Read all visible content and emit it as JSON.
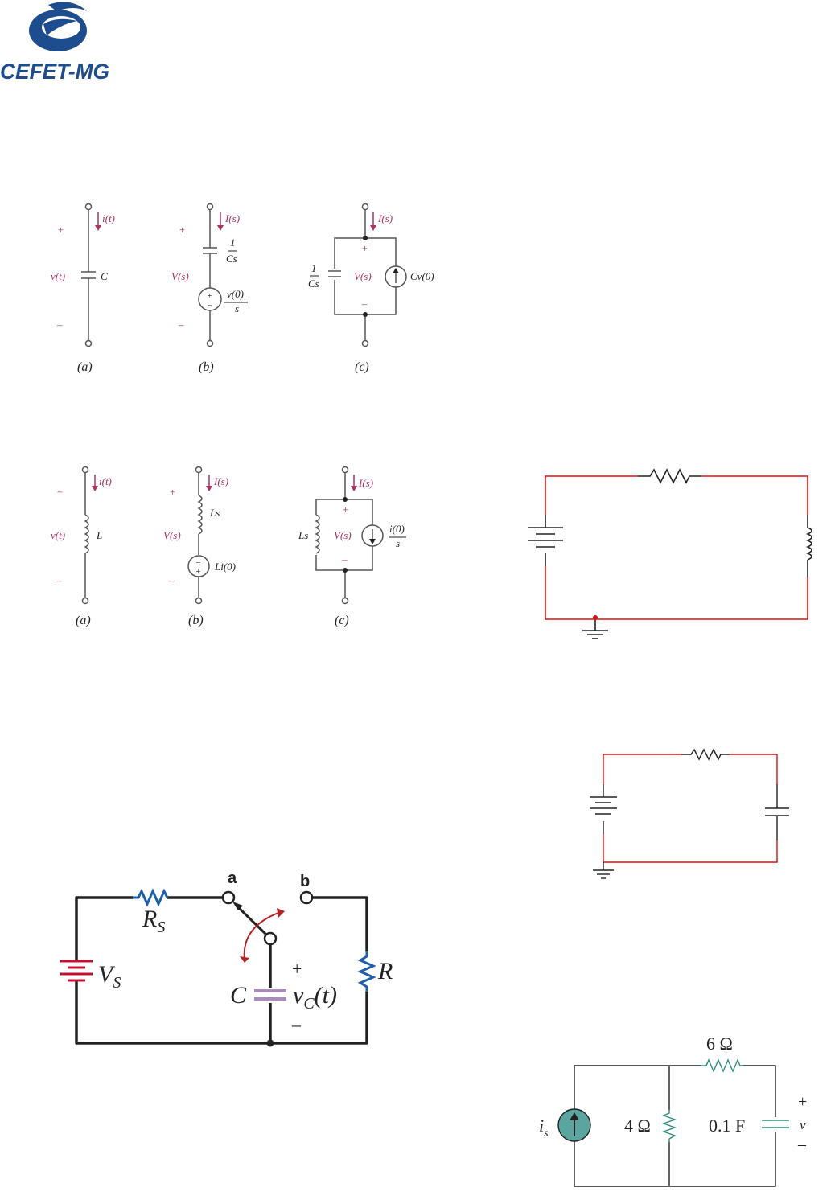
{
  "logo": {
    "text": "CEFET-MG"
  },
  "capacitor_models": {
    "a": {
      "current": "i(t)",
      "plus": "+",
      "voltage": "v(t)",
      "minus": "–",
      "element": "C",
      "caption": "(a)"
    },
    "b": {
      "current": "I(s)",
      "plus": "+",
      "voltage": "V(s)",
      "minus": "–",
      "imp_num": "1",
      "imp_den": "Cs",
      "src_num": "v(0)",
      "src_den": "s",
      "caption": "(b)"
    },
    "c": {
      "current": "I(s)",
      "plus": "+",
      "voltage": "V(s)",
      "minus": "–",
      "imp_num": "1",
      "imp_den": "Cs",
      "src": "Cv(0)",
      "caption": "(c)"
    }
  },
  "inductor_models": {
    "a": {
      "current": "i(t)",
      "plus": "+",
      "voltage": "v(t)",
      "minus": "–",
      "element": "L",
      "caption": "(a)"
    },
    "b": {
      "current": "I(s)",
      "plus": "+",
      "voltage": "V(s)",
      "minus": "–",
      "element": "Ls",
      "src": "Li(0)",
      "caption": "(b)"
    },
    "c": {
      "current": "I(s)",
      "plus": "+",
      "voltage": "V(s)",
      "minus": "–",
      "element": "Ls",
      "src_num": "i(0)",
      "src_den": "s",
      "caption": "(c)"
    }
  },
  "switch_circuit": {
    "source": "V",
    "source_sub": "S",
    "rs": "R",
    "rs_sub": "S",
    "node_a": "a",
    "node_b": "b",
    "cap": "C",
    "vc": "v",
    "vc_sub": "C",
    "vc_arg": "(t)",
    "plus": "+",
    "minus": "–",
    "r": "R"
  },
  "current_source_circuit": {
    "source": "i",
    "source_sub": "s",
    "r1": "4 Ω",
    "r2": "6 Ω",
    "cap": "0.1 F",
    "out": "v",
    "plus": "+",
    "minus": "–"
  },
  "colors": {
    "logo": "#1d4c8f",
    "label": "#b03060",
    "wire_red": "#dd1111",
    "resistor_blue": "#1f5fa8",
    "battery_red": "#c8102e",
    "cap_purple": "#a98bc0",
    "teal": "#5aa5a0"
  }
}
